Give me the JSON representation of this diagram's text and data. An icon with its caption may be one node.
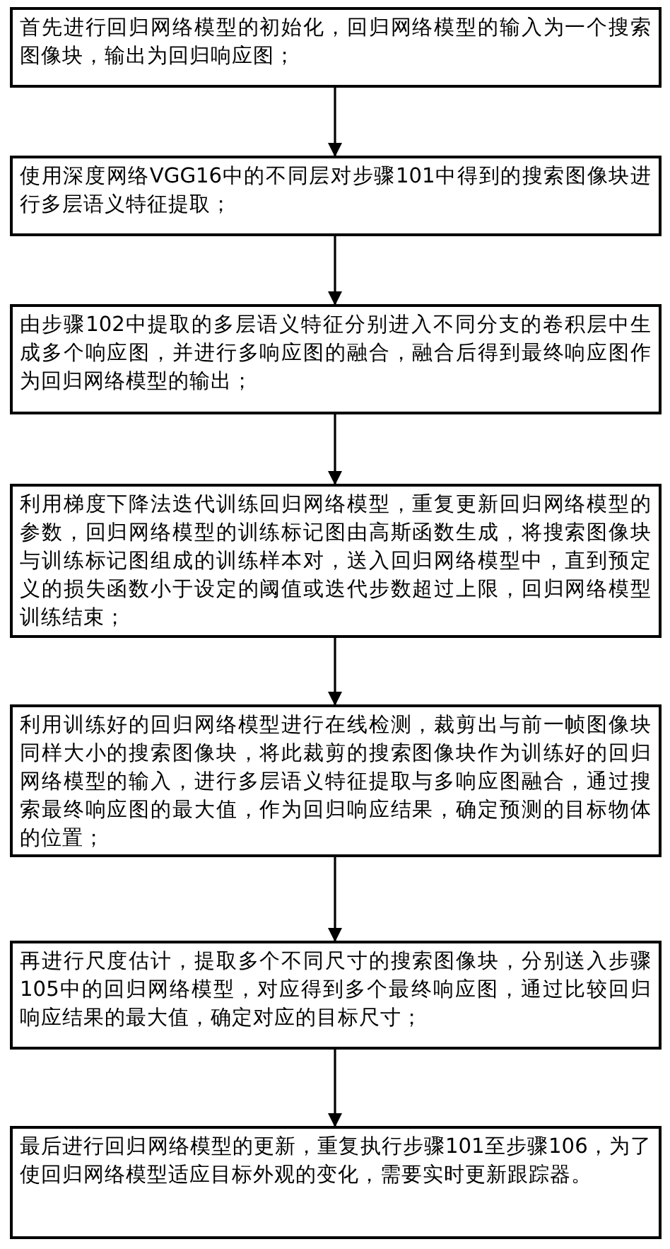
{
  "diagram": {
    "nodes": [
      {
        "text": [
          "首先进行回归网络模型的初始化，回归网络模型的输入为一个搜索图像块，输出为回归响应图；"
        ]
      },
      {
        "text": [
          "使用深度网络VGG16中的不同层对步骤101中得到的搜索图像块进行多层语义特征提取；"
        ]
      },
      {
        "text": [
          "由步骤102中提取的多层语义特征分别进入不同分支的卷积层中生成多个响应图，并进行多响应图的融合，融合后得到最终响应图作为回归网络模型的输出；"
        ]
      },
      {
        "text": [
          "利用梯度下降法迭代训练回归网络模型，重复更新回归网络模型的参数，回归网络模型的训练标记图由高斯函数生成，将搜索图像块与训练标记图组成的训练样本对，送入回归网络模型中，直到预定义的损失函数小于设定的阈值或迭代步数超过上限，回归网络模型训练结束；"
        ]
      },
      {
        "text": [
          "利用训练好的回归网络模型进行在线检测，裁剪出与前一帧图像块同样大小的搜索图像块，将此裁剪的搜索图像块作为训练好的回归网络模型的输入，进行多层语义特征提取与多响应图融合，通过搜索最终响应图的最大值，作为回归响应结果，确定预测的目标物体的位置；"
        ]
      },
      {
        "text": [
          "再进行尺度估计，提取多个不同尺寸的搜索图像块，分别送入步骤105中的回归网络模型，对应得到多个最终响应图，通过比较回归响应结果的最大值，确定对应的目标尺寸；"
        ]
      },
      {
        "text": [
          "最后进行回归网络模型的更新，重复执行步骤101至步骤106，为了使回归网络模型适应目标外观的变化，需要实时更新跟踪器。"
        ]
      }
    ],
    "edges": [
      {
        "from": 0,
        "to": 1,
        "arrow": "to"
      },
      {
        "from": 1,
        "to": 2,
        "arrow": "to"
      },
      {
        "from": 2,
        "to": 3,
        "arrow": "to"
      },
      {
        "from": 3,
        "to": 4,
        "arrow": "to"
      },
      {
        "from": 4,
        "to": 5,
        "arrow": "to"
      },
      {
        "from": 5,
        "to": 6,
        "arrow": "to"
      }
    ]
  }
}
